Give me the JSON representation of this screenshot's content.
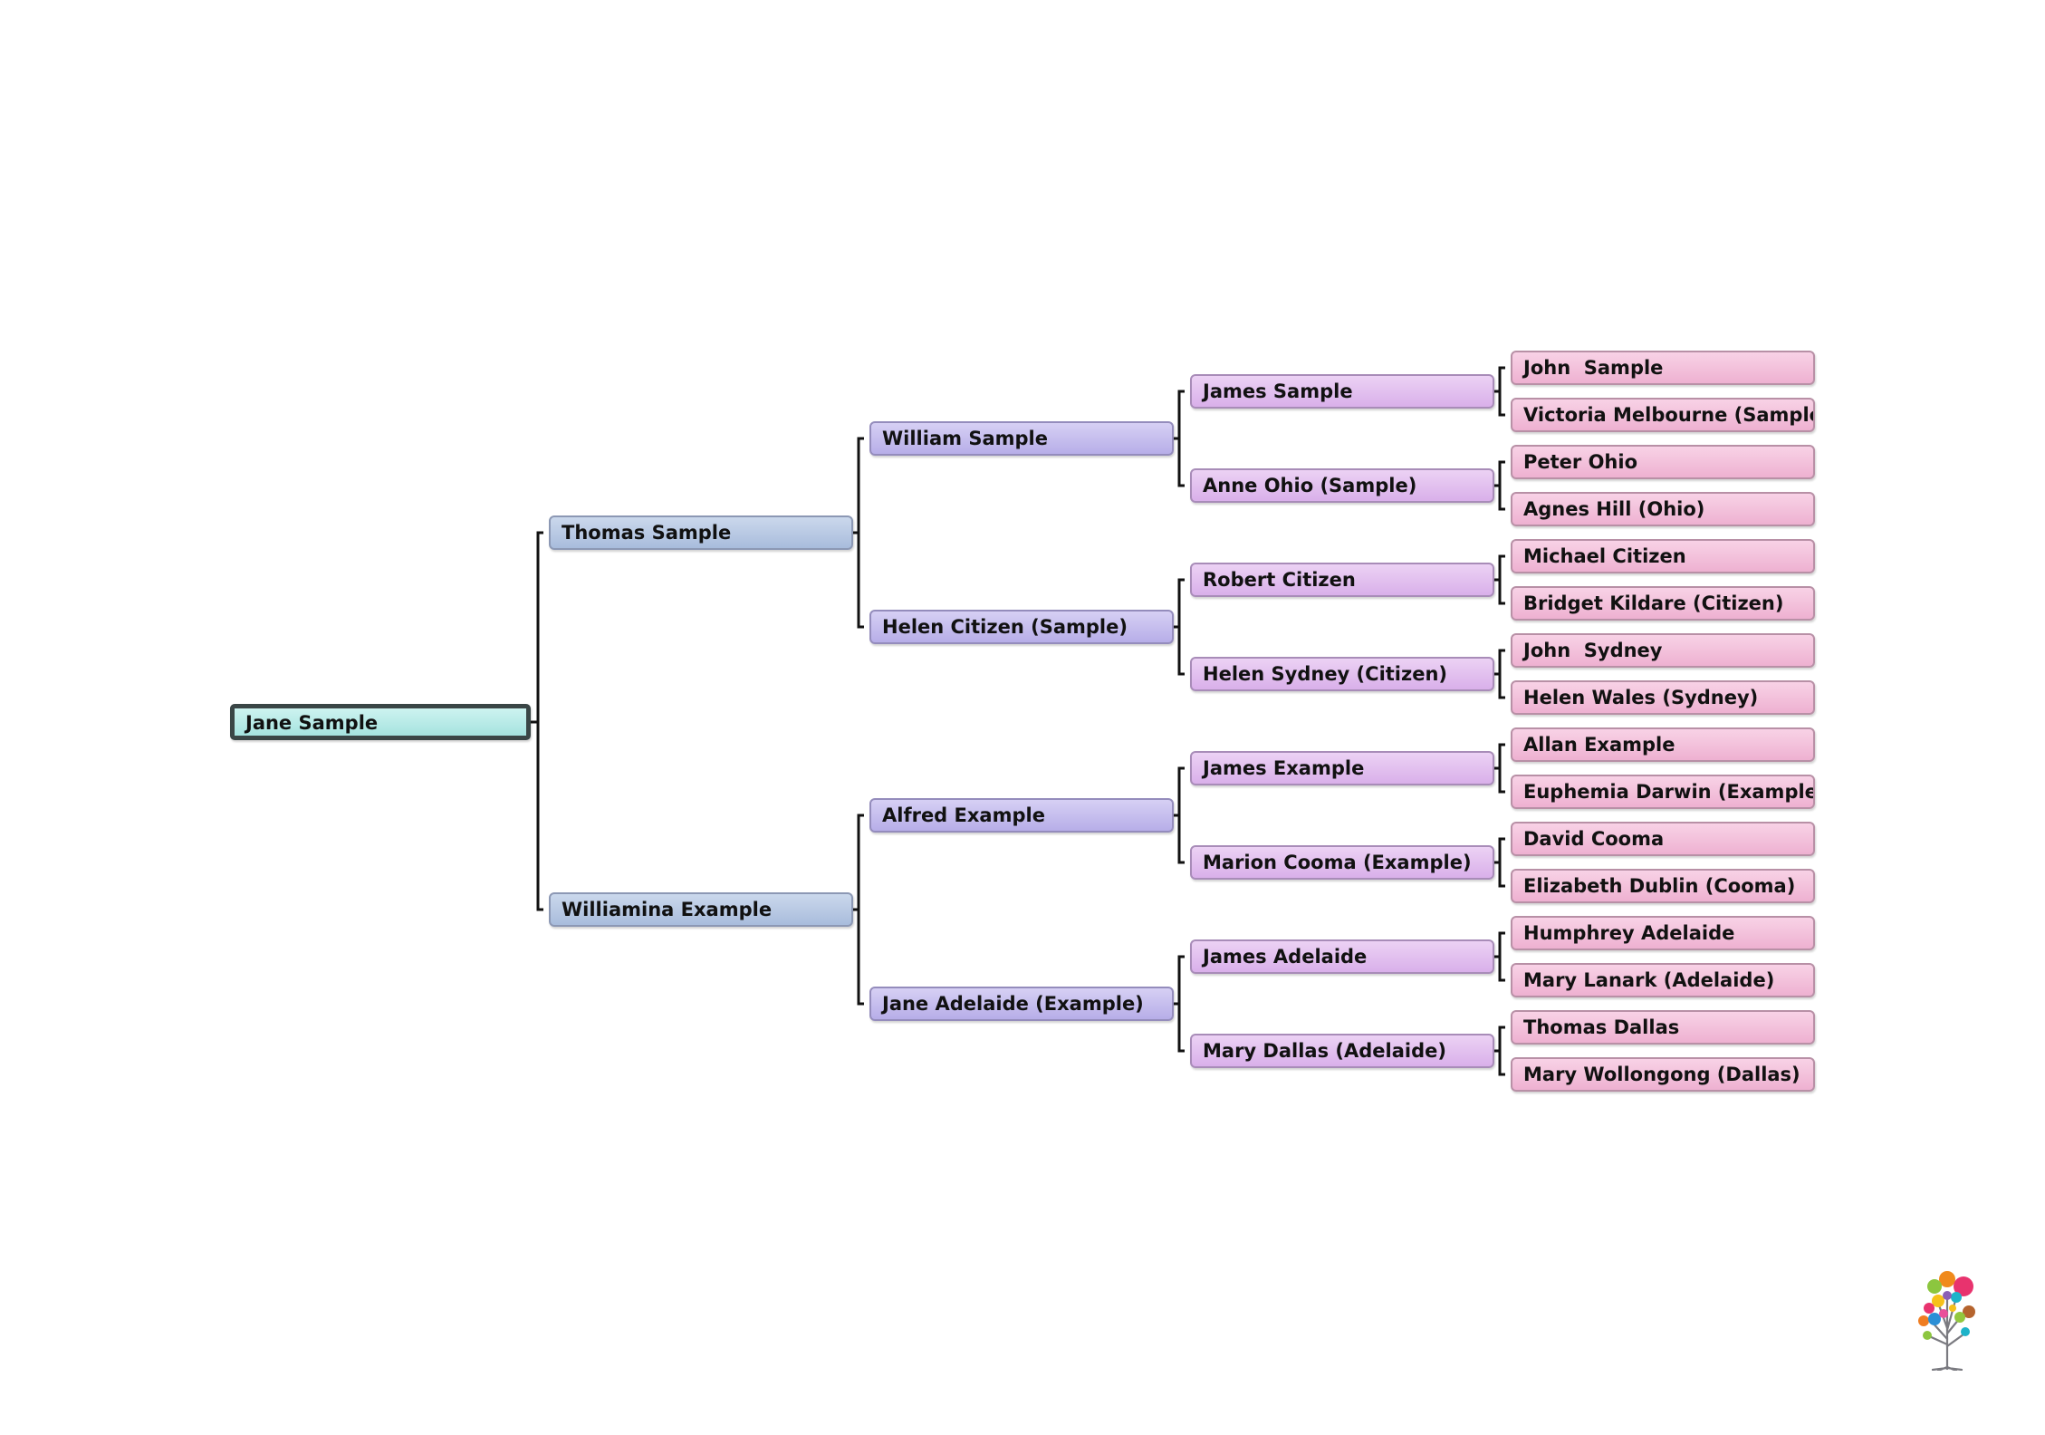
{
  "tree": {
    "root": "Jane Sample",
    "generation_1": [
      "Thomas Sample",
      "Williamina Example"
    ],
    "generation_2": [
      "William Sample",
      "Helen Citizen (Sample)",
      "Alfred Example",
      "Jane Adelaide (Example)"
    ],
    "generation_3": [
      "James Sample",
      "Anne Ohio (Sample)",
      "Robert Citizen",
      "Helen Sydney (Citizen)",
      "James Example",
      "Marion Cooma (Example)",
      "James Adelaide",
      "Mary Dallas (Adelaide)"
    ],
    "generation_4": [
      "John  Sample",
      "Victoria Melbourne (Sample)",
      "Peter Ohio",
      "Agnes Hill (Ohio)",
      "Michael Citizen",
      "Bridget Kildare (Citizen)",
      "John  Sydney",
      "Helen Wales (Sydney)",
      "Allan Example",
      "Euphemia Darwin (Example)",
      "David Cooma",
      "Elizabeth Dublin (Cooma)",
      "Humphrey Adelaide",
      "Mary Lanark (Adelaide)",
      "Thomas Dallas",
      "Mary Wollongong (Dallas)"
    ]
  },
  "colors": {
    "root_fill": "#b8eae7",
    "generation_1_fill": "#b9c9e4",
    "generation_2_fill": "#c6bfee",
    "generation_3_fill": "#e2c1ef",
    "generation_4_fill": "#f2c1db",
    "connector": "#111111"
  },
  "logo": {
    "icon": "family-tree-logo-icon"
  }
}
